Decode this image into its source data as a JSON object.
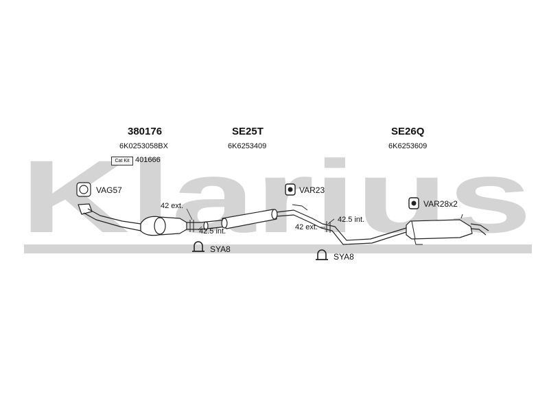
{
  "watermark": {
    "text": "Klarius",
    "color": "#d4d4d4"
  },
  "parts": [
    {
      "id": "front",
      "number": "380176",
      "oem": "6K0253058BX"
    },
    {
      "id": "middle",
      "number": "SE25T",
      "oem": "6K6253409"
    },
    {
      "id": "rear",
      "number": "SE26Q",
      "oem": "6K6253609"
    }
  ],
  "cat_kit": {
    "badge": "Cat Kit",
    "number": "401666"
  },
  "accessories": {
    "gasket_front": "VAG57",
    "hanger_mid": "VAR23",
    "hanger_rear": "VAR28x2",
    "clamp_1": "SYA8",
    "clamp_2": "SYA8"
  },
  "dimensions": {
    "joint1_ext": "42 ext.",
    "joint1_int": "42.5 int.",
    "joint2_int": "42.5 int.",
    "joint2_ext": "42 ext."
  }
}
